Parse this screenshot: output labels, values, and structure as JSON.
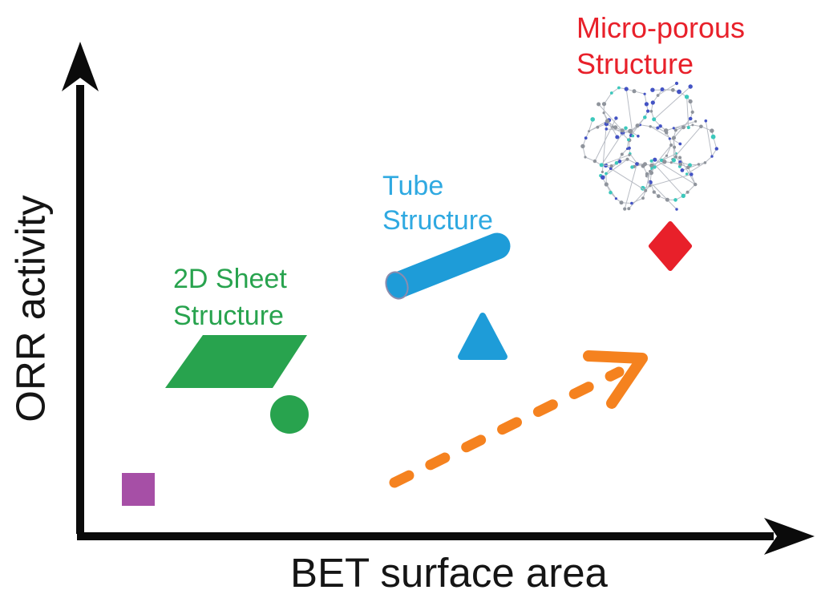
{
  "axes": {
    "x_label": "BET surface area",
    "y_label": "ORR activity",
    "axis_color": "#0b0b0b",
    "label_color": "#151515"
  },
  "labels": {
    "sheet": {
      "line1": "2D Sheet",
      "line2": "Structure"
    },
    "tube": {
      "line1": "Tube",
      "line2": "Structure"
    },
    "micro": {
      "line1": "Micro-porous",
      "line2": "Structure"
    }
  },
  "colors": {
    "green": "#28A34E",
    "blue_shape": "#1E9CD8",
    "blue_text": "#2FA9E1",
    "red": "#E8202A",
    "purple": "#A64FA6",
    "orange": "#F5821F",
    "axis": "#0b0b0b",
    "tube_cap_outline": "#8C8CAE",
    "molecule_gray": "#8F949C",
    "molecule_blue": "#4353C4",
    "molecule_teal": "#3CC8BC",
    "molecule_bond": "#B8BCC4"
  },
  "chart_data": {
    "type": "scatter",
    "title": "",
    "xlabel": "BET surface area",
    "ylabel": "ORR activity",
    "x_axis": {
      "quantitative": false,
      "ticks": [],
      "arrow": true
    },
    "y_axis": {
      "quantitative": false,
      "ticks": [],
      "arrow": true
    },
    "grid": false,
    "legend": "none",
    "points": [
      {
        "label": "",
        "marker": "square",
        "color": "#A64FA6",
        "x_frac": 0.08,
        "y_frac": 0.09
      },
      {
        "label": "2D Sheet Structure",
        "marker": "circle",
        "color": "#28A34E",
        "x_frac": 0.29,
        "y_frac": 0.25
      },
      {
        "label": "Tube Structure",
        "marker": "triangle",
        "color": "#1E9CD8",
        "x_frac": 0.55,
        "y_frac": 0.39
      },
      {
        "label": "Micro-porous Structure",
        "marker": "diamond",
        "color": "#E8202A",
        "x_frac": 0.81,
        "y_frac": 0.59
      }
    ],
    "annotations": [
      {
        "type": "arrow",
        "style": "dashed",
        "color": "#F5821F",
        "from_frac": [
          0.43,
          0.11
        ],
        "to_frac": [
          0.77,
          0.36
        ],
        "meaning": "ORR activity rises with BET surface area"
      },
      {
        "type": "illustration",
        "for": "2D Sheet Structure",
        "shape": "parallelogram-sheet",
        "color": "#28A34E"
      },
      {
        "type": "illustration",
        "for": "Tube Structure",
        "shape": "cylinder-tube",
        "color": "#1E9CD8"
      },
      {
        "type": "illustration",
        "for": "Micro-porous Structure",
        "shape": "porous-molecular-framework",
        "colors": [
          "#8F949C",
          "#4353C4",
          "#3CC8BC"
        ]
      }
    ]
  }
}
